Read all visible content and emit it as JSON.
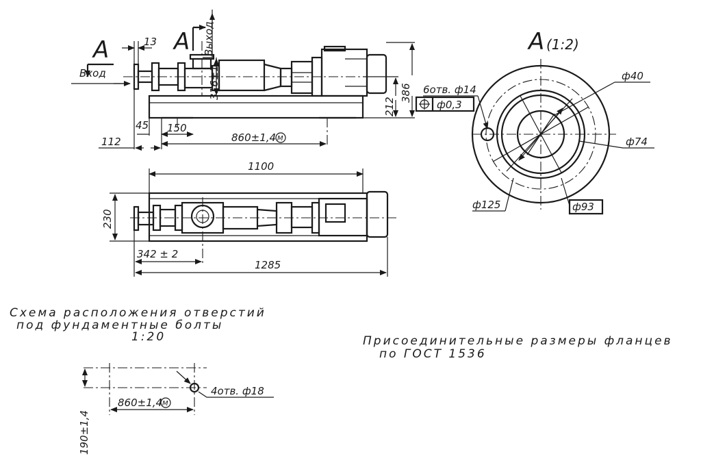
{
  "front_view": {
    "section_mark": "A",
    "section_mark_2": "A",
    "inlet_label": "Вход",
    "outlet_label": "Выход",
    "dim_13": "13",
    "dim_316": "316±1",
    "dim_212": "212",
    "dim_386": "386",
    "dim_45": "45",
    "dim_150": "150",
    "dim_112": "112",
    "dim_860": "860±1,4",
    "m_symbol": "M"
  },
  "top_view": {
    "dim_1100": "1100",
    "dim_230": "230",
    "dim_342": "342 ± 2",
    "dim_1285": "1285"
  },
  "flange_view": {
    "title": "A",
    "scale": "(1:2)",
    "holes": "6отв. ф14",
    "tolerance": "ф0,3",
    "d40": "ф40",
    "d74": "ф74",
    "d125": "ф125",
    "d93": "ф93"
  },
  "bolt_scheme": {
    "caption_line1": "Схема расположения отверстий",
    "caption_line2": "под фундаментные болты",
    "caption_scale": "1:20",
    "dim_860": "860±1,4",
    "dim_190": "190±1,4",
    "holes": "4отв. ф18",
    "m_symbol": "M"
  },
  "flange_note": {
    "line1": "Присоединительные размеры фланцев",
    "line2": "по ГОСТ 1536"
  }
}
